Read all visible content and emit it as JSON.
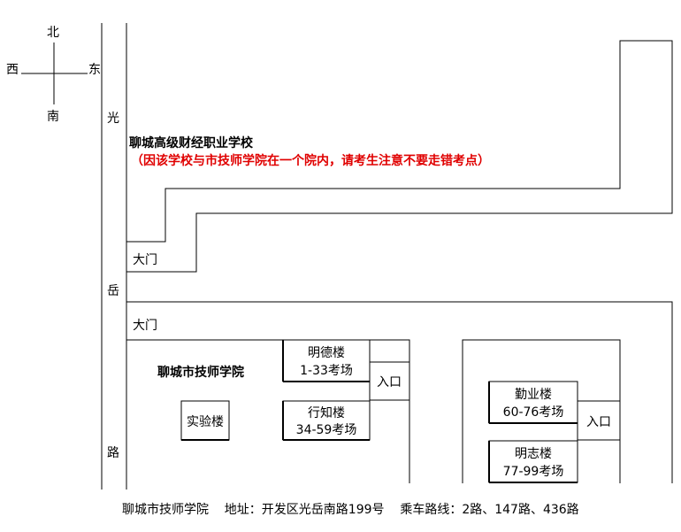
{
  "compass": {
    "north": "北",
    "south": "南",
    "west": "西",
    "east": "东"
  },
  "road": {
    "chars": [
      "光",
      "岳",
      "路"
    ]
  },
  "school_top": {
    "name": "聊城高级财经职业学校",
    "note": "（因该学校与市技师学院在一个院内，请考生注意不要走错考点）"
  },
  "gates": {
    "gate1": "大门",
    "gate2": "大门"
  },
  "campus": {
    "name": "聊城市技师学院"
  },
  "buildings": {
    "mingde": {
      "name": "明德楼",
      "rooms": "1-33考场"
    },
    "xingzhi": {
      "name": "行知楼",
      "rooms": "34-59考场"
    },
    "shiyan": {
      "name": "实验楼"
    },
    "qinye": {
      "name": "勤业楼",
      "rooms": "60-76考场"
    },
    "mingzhi": {
      "name": "明志楼",
      "rooms": "77-99考场"
    }
  },
  "entrances": {
    "entrance1": "入口",
    "entrance2": "入口"
  },
  "footer": {
    "text": "聊城市技师学院    地址：开发区光岳南路199号    乘车路线：2路、147路、436路"
  }
}
